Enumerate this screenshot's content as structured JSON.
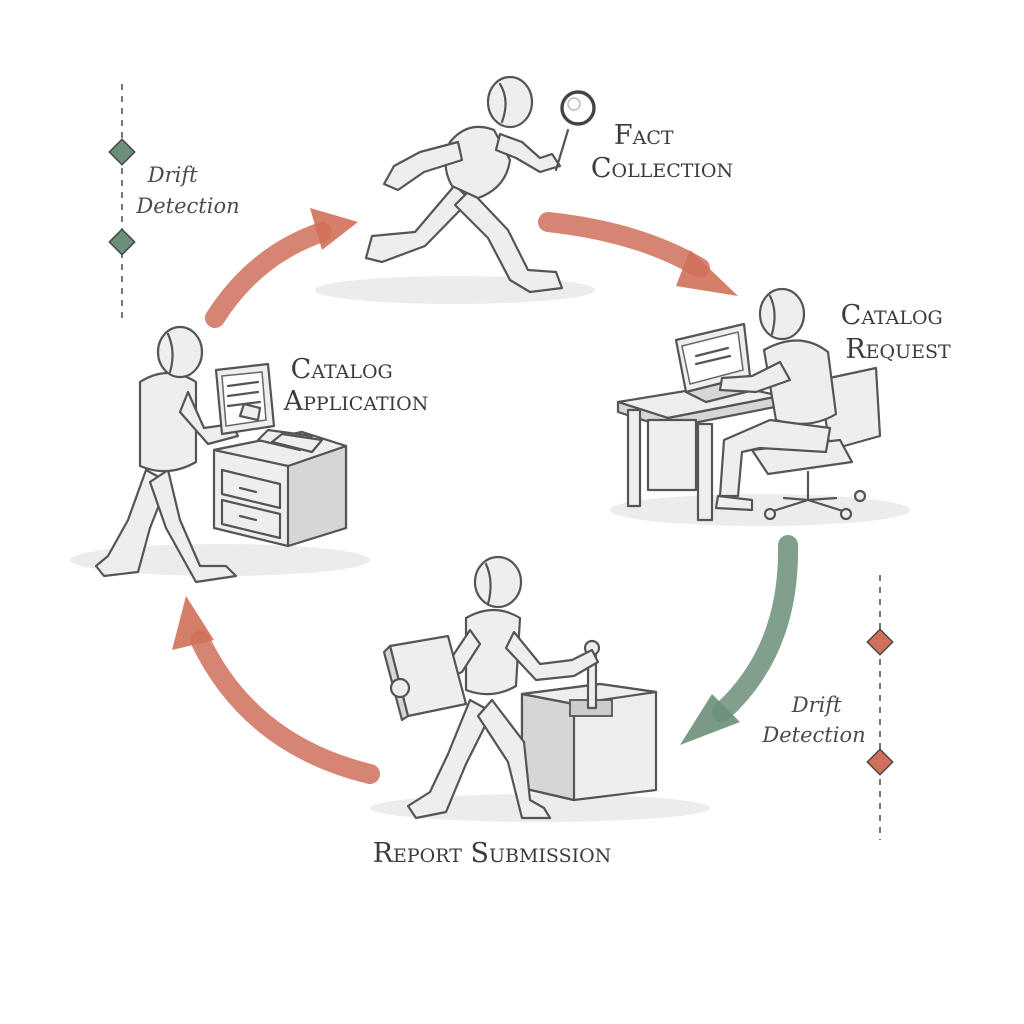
{
  "stages": [
    {
      "id": "fact-collection",
      "lines": [
        "Fact",
        "Collection"
      ]
    },
    {
      "id": "catalog-request",
      "lines": [
        "Catalog",
        "Request"
      ]
    },
    {
      "id": "report-submission",
      "lines": [
        "Report Submission"
      ]
    },
    {
      "id": "catalog-application",
      "lines": [
        "Catalog",
        "Application"
      ]
    }
  ],
  "drift_markers": [
    {
      "id": "top-left",
      "lines": [
        "Drift",
        "Detection"
      ],
      "color": "#6b8f78"
    },
    {
      "id": "bottom-right",
      "lines": [
        "Drift",
        "Detection"
      ],
      "color": "#d0705a"
    }
  ],
  "arrows": [
    {
      "from": "catalog-application",
      "to": "fact-collection",
      "color": "#d0705a"
    },
    {
      "from": "fact-collection",
      "to": "catalog-request",
      "color": "#d0705a"
    },
    {
      "from": "catalog-request",
      "to": "report-submission",
      "color": "#6b8f78"
    },
    {
      "from": "report-submission",
      "to": "catalog-application",
      "color": "#d0705a"
    }
  ],
  "figures": [
    {
      "stage": "fact-collection",
      "icon": "running-figure-with-magnifier-icon"
    },
    {
      "stage": "catalog-request",
      "icon": "figure-at-computer-desk-icon"
    },
    {
      "stage": "report-submission",
      "icon": "figure-submitting-report-icon"
    },
    {
      "stage": "catalog-application",
      "icon": "figure-filing-documents-icon"
    }
  ]
}
